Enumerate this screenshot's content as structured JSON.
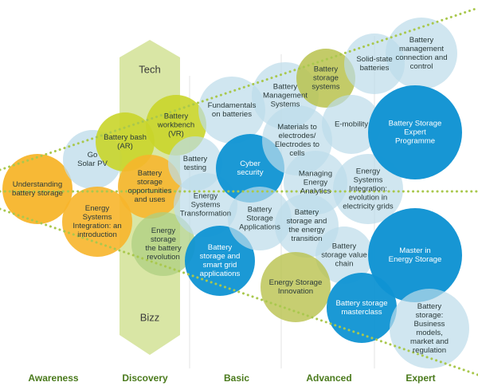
{
  "colors": {
    "yellow": "#f7b52b",
    "lime": "#c9d52a",
    "olive": "#b9c24e",
    "lightblue": "#bcdbe9",
    "blue": "#0f93d3",
    "darkblue": "#0a73b8",
    "green": "#aecf82",
    "band": "#d9e6a5",
    "dots": "#a9c84d"
  },
  "axis": {
    "top_label": "Tech",
    "bottom_label": "Bizz"
  },
  "stages": [
    "Awareness",
    "Discovery",
    "Basic",
    "Advanced",
    "Expert"
  ],
  "bubbles": [
    {
      "id": "understanding",
      "text": "Understanding\nbattery storage",
      "fill": "yellow",
      "alpha": 0.95
    },
    {
      "id": "go-solar",
      "text": "Go\nSolar PV",
      "fill": "lightblue",
      "alpha": 0.75
    },
    {
      "id": "energy-systems-intro",
      "text": "Energy\nSystems\nIntegration: an\nintroduction",
      "fill": "yellow",
      "alpha": 0.9
    },
    {
      "id": "battery-bash",
      "text": "Battery bash\n(AR)",
      "fill": "lime",
      "alpha": 0.9
    },
    {
      "id": "battery-workbench",
      "text": "Battery\nworkbench\n(VR)",
      "fill": "lime",
      "alpha": 0.9
    },
    {
      "id": "battery-opportunities",
      "text": "Battery\nstorage\nopportunities\nand uses",
      "fill": "yellow",
      "alpha": 0.88
    },
    {
      "id": "energy-storage-revolution",
      "text": "Energy\nstorage\nthe battery\nrevolution",
      "fill": "green",
      "alpha": 0.75
    },
    {
      "id": "battery-testing",
      "text": "Battery\ntesting",
      "fill": "lightblue",
      "alpha": 0.7
    },
    {
      "id": "fundamentals",
      "text": "Fundamentals\non batteries",
      "fill": "lightblue",
      "alpha": 0.7
    },
    {
      "id": "energy-systems-transformation",
      "text": "Energy\nSystems\nTransformation",
      "fill": "lightblue",
      "alpha": 0.7
    },
    {
      "id": "cyber-security",
      "text": "Cyber\nsecurity",
      "fill": "blue",
      "alpha": 0.95,
      "light": true
    },
    {
      "id": "battery-smart-grid",
      "text": "Battery\nstorage and\nsmart grid\napplications",
      "fill": "blue",
      "alpha": 0.95,
      "light": true
    },
    {
      "id": "battery-management",
      "text": "Battery\nManagement\nSystems",
      "fill": "lightblue",
      "alpha": 0.7
    },
    {
      "id": "battery-storage-apps",
      "text": "Battery\nStorage\nApplications",
      "fill": "lightblue",
      "alpha": 0.7
    },
    {
      "id": "battery-storage-systems",
      "text": "Battery\nstorage\nsystems",
      "fill": "olive",
      "alpha": 0.85
    },
    {
      "id": "materials",
      "text": "Materials to\nelectrodes/\nElectrodes to\ncells",
      "fill": "lightblue",
      "alpha": 0.7
    },
    {
      "id": "managing-energy",
      "text": "Managing\nEnergy\nAnalytics",
      "fill": "lightblue",
      "alpha": 0.7
    },
    {
      "id": "battery-energy-transition",
      "text": "Battery\nstorage and\nthe energy\ntransition",
      "fill": "lightblue",
      "alpha": 0.7
    },
    {
      "id": "battery-value-chain",
      "text": "Battery\nstorage value\nchain",
      "fill": "lightblue",
      "alpha": 0.7
    },
    {
      "id": "energy-storage-innovation",
      "text": "Energy Storage\nInnovation",
      "fill": "olive",
      "alpha": 0.8
    },
    {
      "id": "battery-masterclass",
      "text": "Battery storage\nmasterclass",
      "fill": "blue",
      "alpha": 0.95,
      "light": true
    },
    {
      "id": "e-mobility",
      "text": "E-mobility",
      "fill": "lightblue",
      "alpha": 0.7
    },
    {
      "id": "energy-systems-integration-grids",
      "text": "Energy\nSystems\nIntegration:\nevolution in\nelectricity grids",
      "fill": "lightblue",
      "alpha": 0.7
    },
    {
      "id": "solid-state",
      "text": "Solid-state\nbatteries",
      "fill": "lightblue",
      "alpha": 0.7
    },
    {
      "id": "battery-mgmt-connection",
      "text": "Battery\nmanagement\nconnection and\ncontrol",
      "fill": "lightblue",
      "alpha": 0.7
    },
    {
      "id": "expert-programme",
      "text": "Battery Storage\nExpert Programme",
      "fill": "blue",
      "alpha": 0.97,
      "light": true
    },
    {
      "id": "master-energy-storage",
      "text": "Master in\nEnergy Storage",
      "fill": "blue",
      "alpha": 0.97,
      "light": true
    },
    {
      "id": "business-models",
      "text": "Battery storage:\nBusiness models,\nmarket and\nregulation",
      "fill": "lightblue",
      "alpha": 0.7
    }
  ]
}
